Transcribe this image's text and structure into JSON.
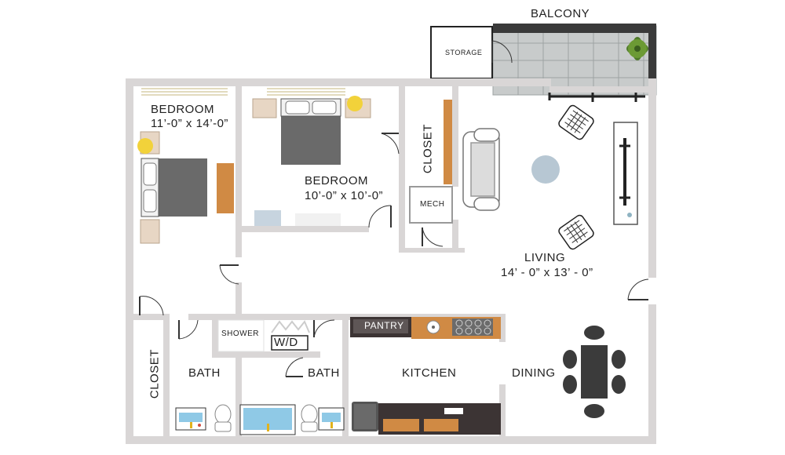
{
  "rooms": {
    "balcony": "BALCONY",
    "storage": "STORAGE",
    "bedroom1": {
      "name": "BEDROOM",
      "dims": "11’-0” x 14’-0”"
    },
    "bedroom2": {
      "name": "BEDROOM",
      "dims": "10’-0” x 10’-0”"
    },
    "closet_top": "CLOSET",
    "mech": "MECH",
    "living": {
      "name": "LIVING",
      "dims": "14’ - 0” x 13’ - 0”"
    },
    "shower": "SHOWER",
    "wd": "W/D",
    "pantry": "PANTRY",
    "closet_left": "CLOSET",
    "bath1": "BATH",
    "bath2": "BATH",
    "kitchen": "KITCHEN",
    "dining": "DINING"
  },
  "colors": {
    "wall": "#d9d6d6",
    "floor_tile": "#c9cbcb",
    "wood": "#d08a44",
    "bed": "#6a6a6a",
    "lamp": "#f2d23a",
    "rug": "#b7c7d3",
    "counter_dark": "#3c3434"
  }
}
